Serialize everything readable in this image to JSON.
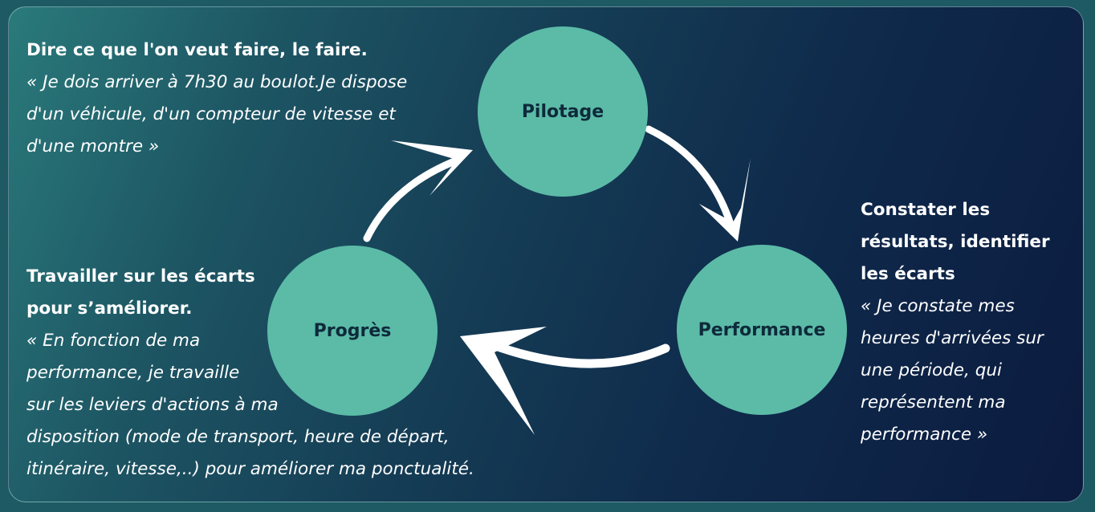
{
  "nodes": {
    "pilotage": "Pilotage",
    "performance": "Performance",
    "progres": "Progrès"
  },
  "blocks": {
    "pilotage": {
      "title": "Dire ce que l'on veut faire, le faire.",
      "quote_lines": [
        "« Je dois arriver à 7h30 au boulot.Je dispose",
        "d'un véhicule, d'un compteur de vitesse et",
        "d'une montre »"
      ]
    },
    "performance": {
      "title_lines": [
        "Constater les",
        "résultats,  identifier",
        "les écarts"
      ],
      "quote_lines": [
        "« Je constate mes",
        "heures d'arrivées sur",
        "une période, qui",
        "représentent ma",
        "performance »"
      ]
    },
    "progres": {
      "title_lines": [
        "Travailler sur les écarts",
        "pour s’améliorer."
      ],
      "quote_lines": [
        "« En fonction de ma",
        "performance, je travaille",
        "sur les leviers d'actions à ma",
        "disposition (mode de transport, heure de départ,",
        "itinéraire, vitesse,..) pour améliorer ma ponctualité."
      ]
    }
  },
  "colors": {
    "node_fill": "#5bbba7",
    "node_text": "#0e2a3b",
    "text": "#ffffff",
    "arrow": "#ffffff"
  }
}
